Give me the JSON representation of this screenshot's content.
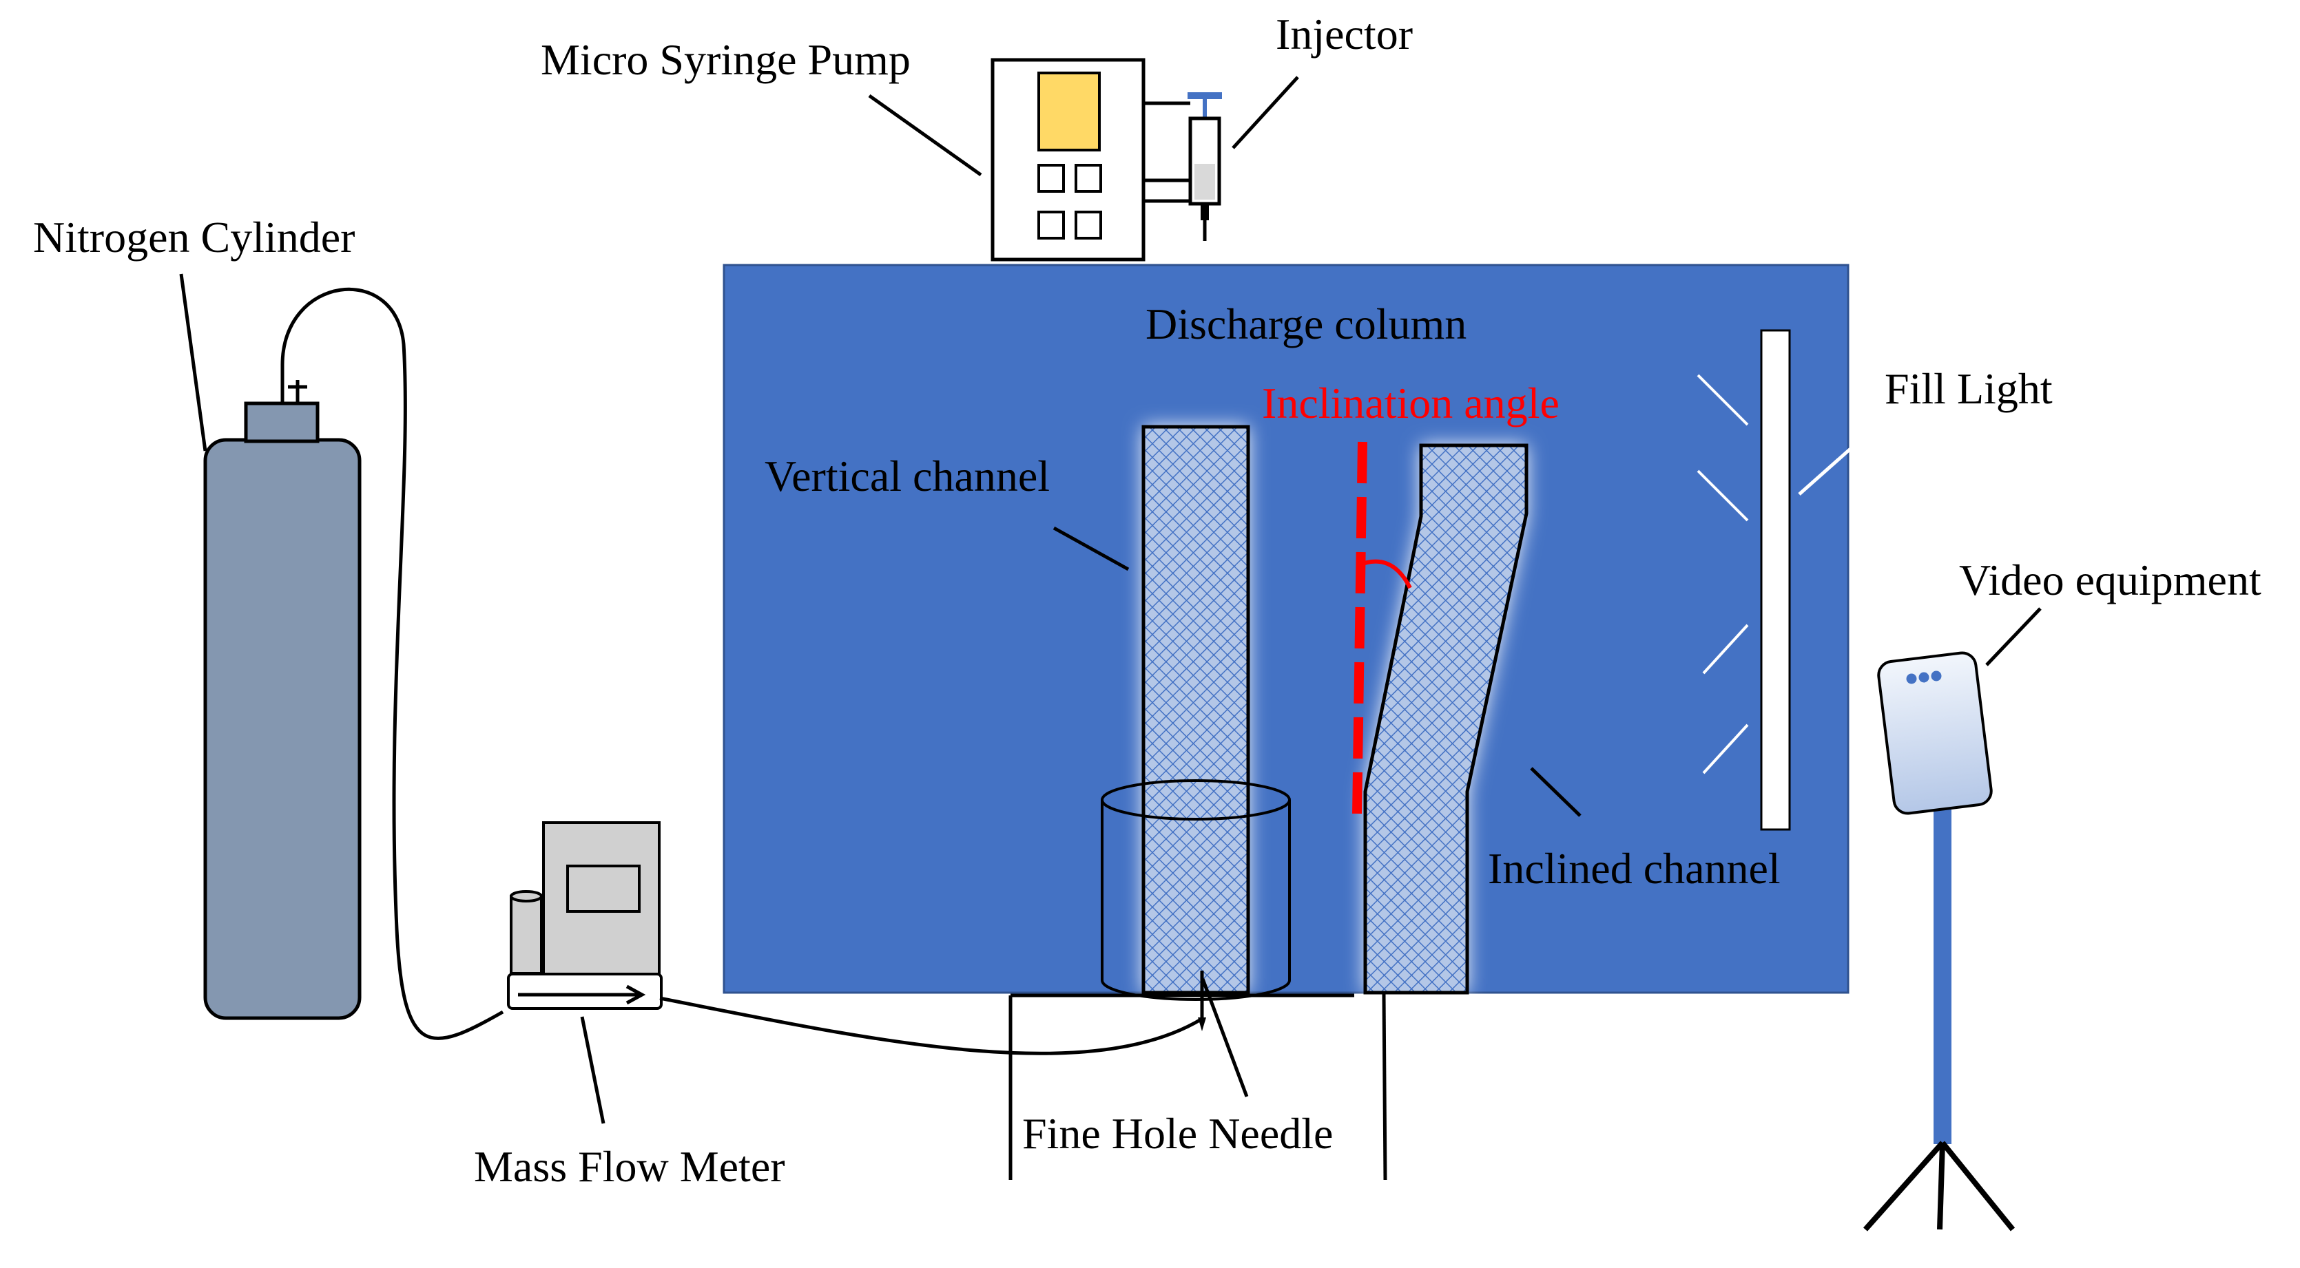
{
  "labels": {
    "micro_syringe_pump": "Micro Syringe Pump",
    "injector": "Injector",
    "nitrogen_cylinder": "Nitrogen Cylinder",
    "discharge_column": "Discharge column",
    "inclination_angle": "Inclination angle",
    "fill_light": "Fill Light",
    "vertical_channel": "Vertical channel",
    "video_equipment": "Video equipment",
    "inclined_channel": "Inclined channel",
    "mass_flow_meter": "Mass Flow Meter",
    "fine_hole_needle": "Fine Hole Needle"
  },
  "colors": {
    "tank": "#4472c4",
    "cylinder": "#8497b0",
    "pump_screen": "#ffd966",
    "meter": "#d0d0d0",
    "channel_fill": "#b4c7e7",
    "angle_marker": "#ff0000",
    "injector_plunger": "#4472c4",
    "camera_body": "#dae3f3",
    "stand": "#4472c4"
  },
  "icons": {
    "pump": "syringe-pump-icon",
    "syringe": "syringe-icon",
    "cylinder": "gas-cylinder-icon",
    "flow_meter": "flow-meter-icon",
    "camera": "camera-icon",
    "lamp": "fill-light-icon"
  }
}
